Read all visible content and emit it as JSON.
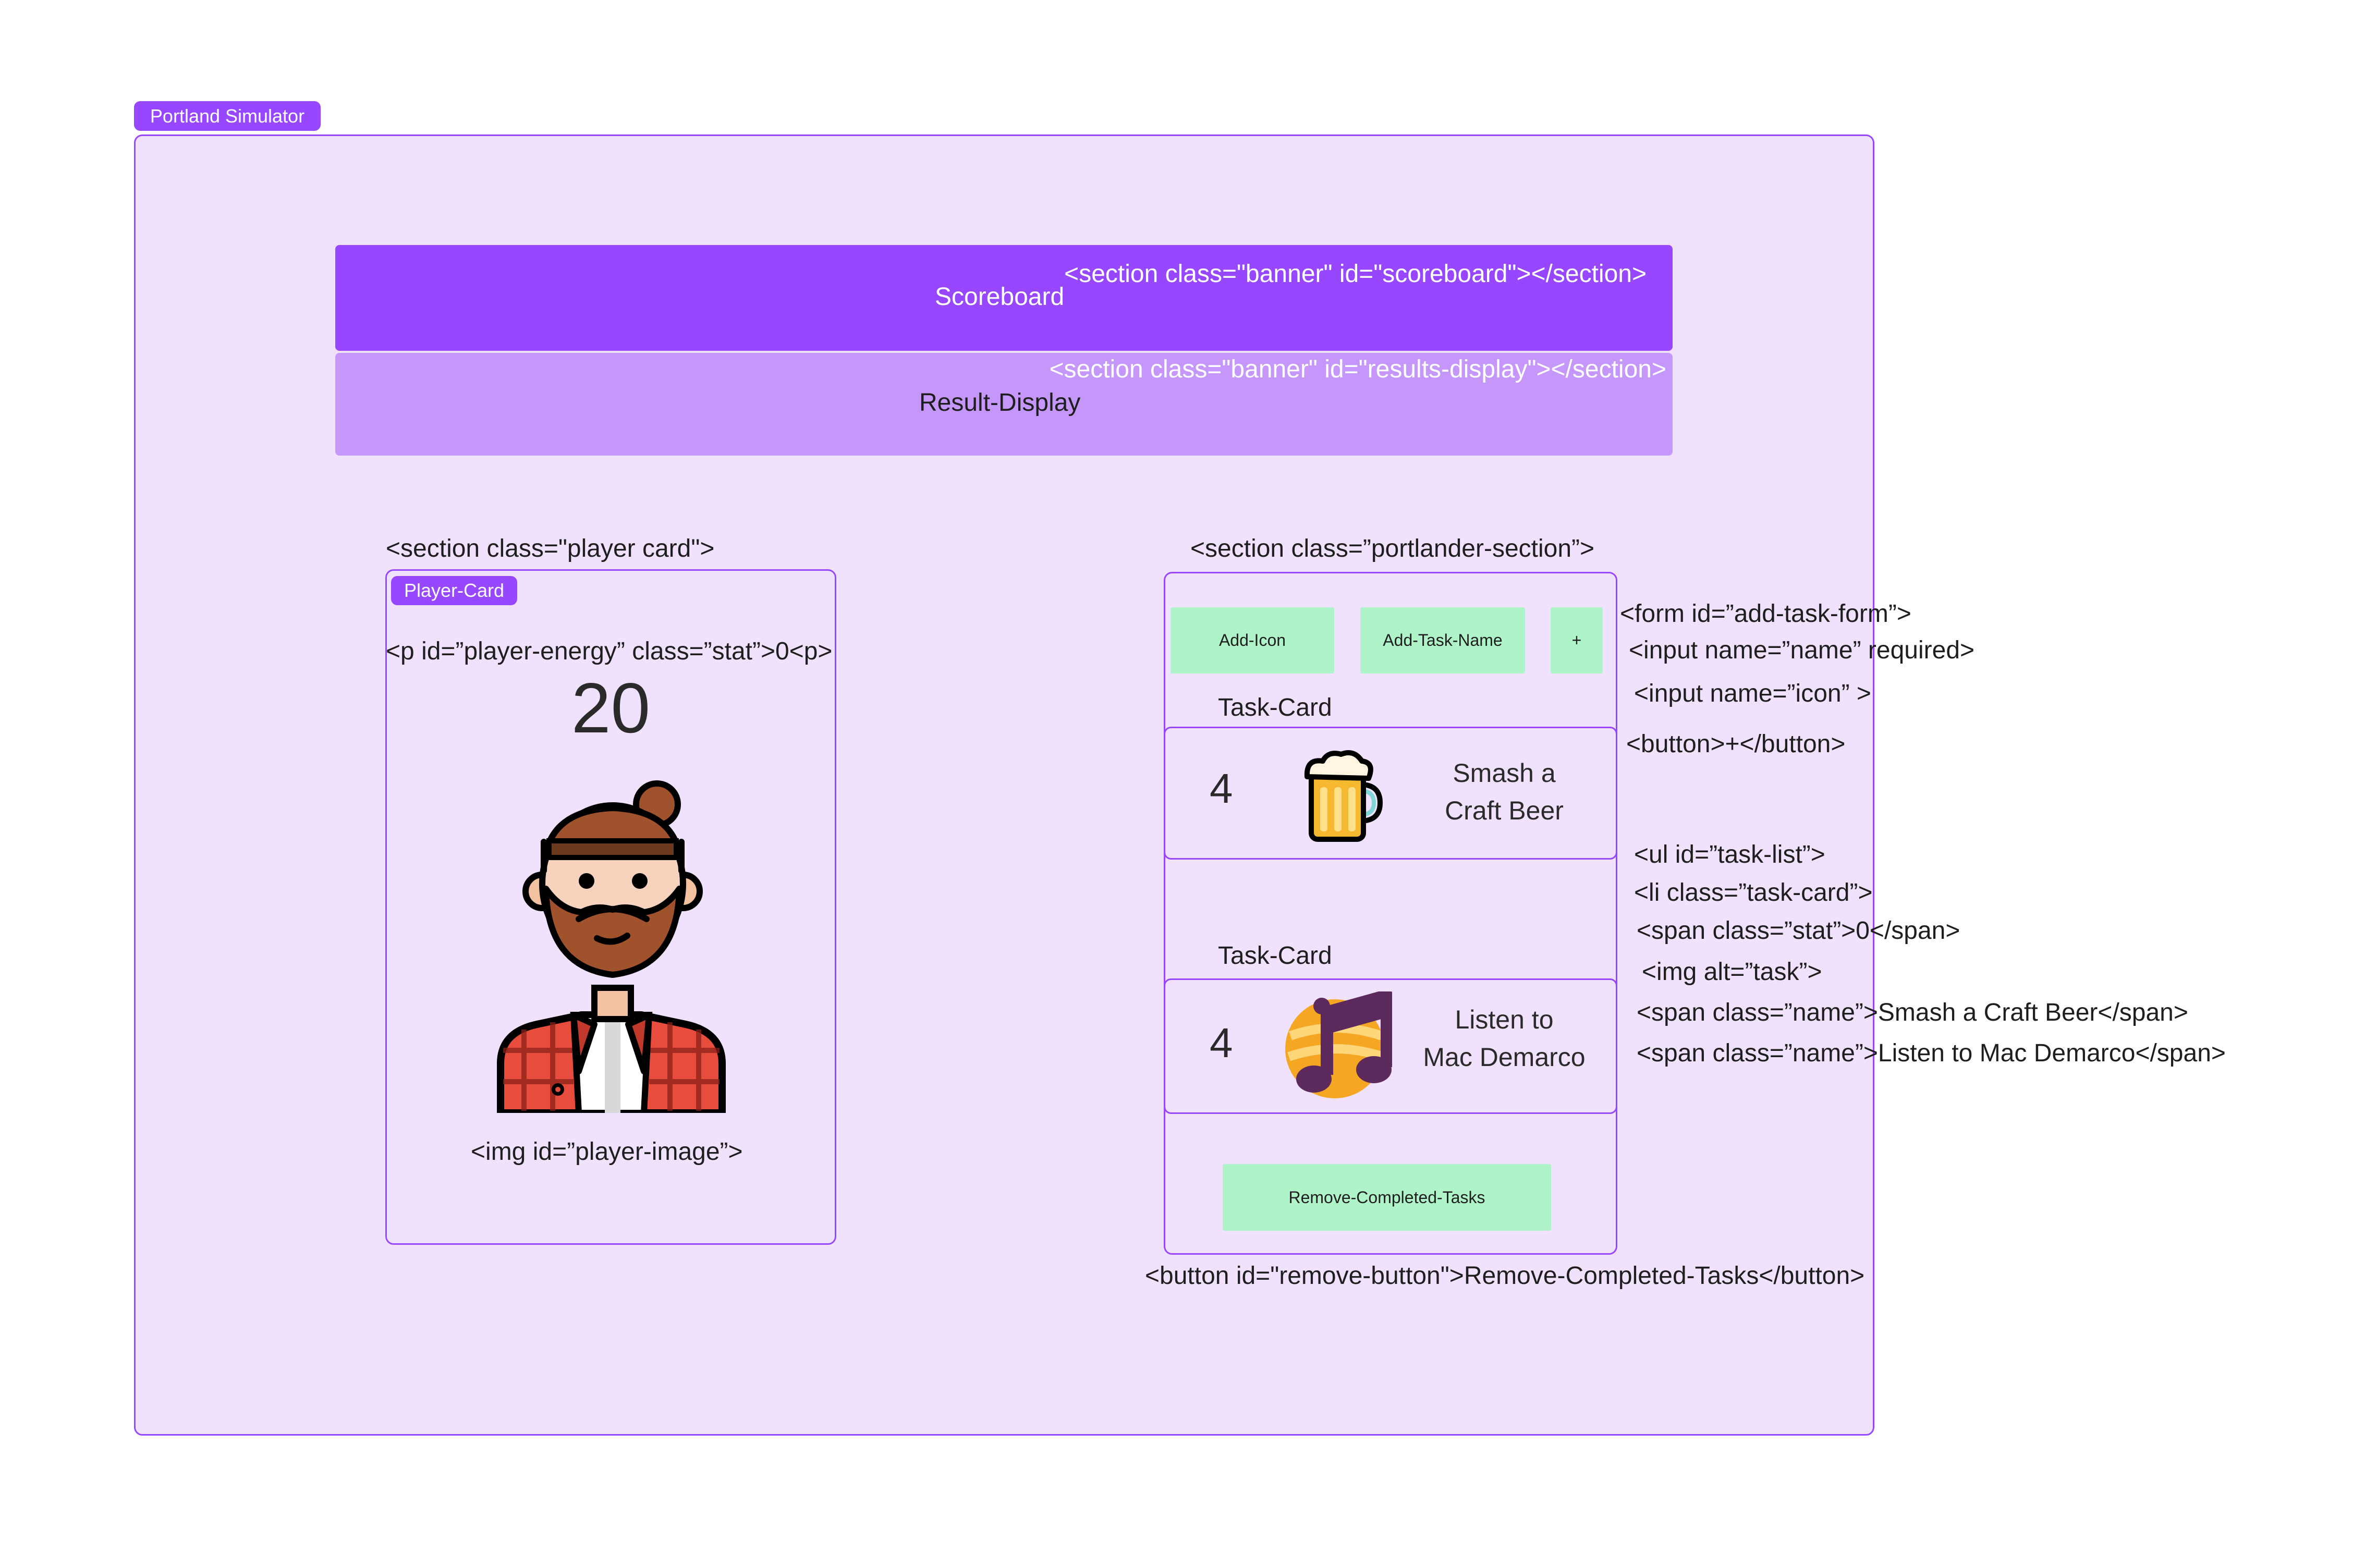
{
  "frame": {
    "title": "Portland Simulator"
  },
  "banners": {
    "scoreboard": {
      "code": "<section class=\"banner\" id=\"scoreboard\"></section>",
      "label": "Scoreboard"
    },
    "results": {
      "code": "<section class=\"banner\" id=\"results-display\"></section>",
      "label": "Result-Display"
    }
  },
  "player": {
    "section_code": "<section class=\"player card\">",
    "tag": "Player-Card",
    "energy_code": "<p id=”player-energy” class=”stat”>0<p>",
    "energy_value": "20",
    "image_code": "<img id=”player-image”>",
    "image_icon": "hipster-avatar-icon"
  },
  "portlander": {
    "section_code": "<section class=”portlander-section”>",
    "form_buttons": [
      "Add-Icon",
      "Add-Task-Name",
      "+"
    ],
    "tasks": [
      {
        "label": "Task-Card",
        "stat": "4",
        "name_line1": "Smash a",
        "name_line2": "Craft Beer",
        "icon": "beer-mug-icon"
      },
      {
        "label": "Task-Card",
        "stat": "4",
        "name_line1": "Listen to",
        "name_line2": "Mac Demarco",
        "icon": "music-note-icon"
      }
    ],
    "remove_button": "Remove-Completed-Tasks",
    "remove_code": "<button id=\"remove-button\">Remove-Completed-Tasks</button>"
  },
  "annotations": {
    "form": "<form id=”add-task-form”>",
    "input_name": "<input name=”name” required>",
    "input_icon": "<input name=”icon” >",
    "button": "<button>+</button>",
    "ul": "<ul id=”task-list”>",
    "li": "<li class=”task-card”>",
    "span_stat": "<span class=”stat”>0</span>",
    "img": "<img alt=”task”>",
    "span_name1": "<span class=”name”>Smash a Craft Beer</span>",
    "span_name2": "<span class=”name”>Listen to Mac Demarco</span>"
  },
  "colors": {
    "frame_border": "#9747ff",
    "frame_fill": "#f0e2fd",
    "scoreboard": "#9747ff",
    "results": "#c597fb",
    "green_button": "#aff3c9"
  }
}
